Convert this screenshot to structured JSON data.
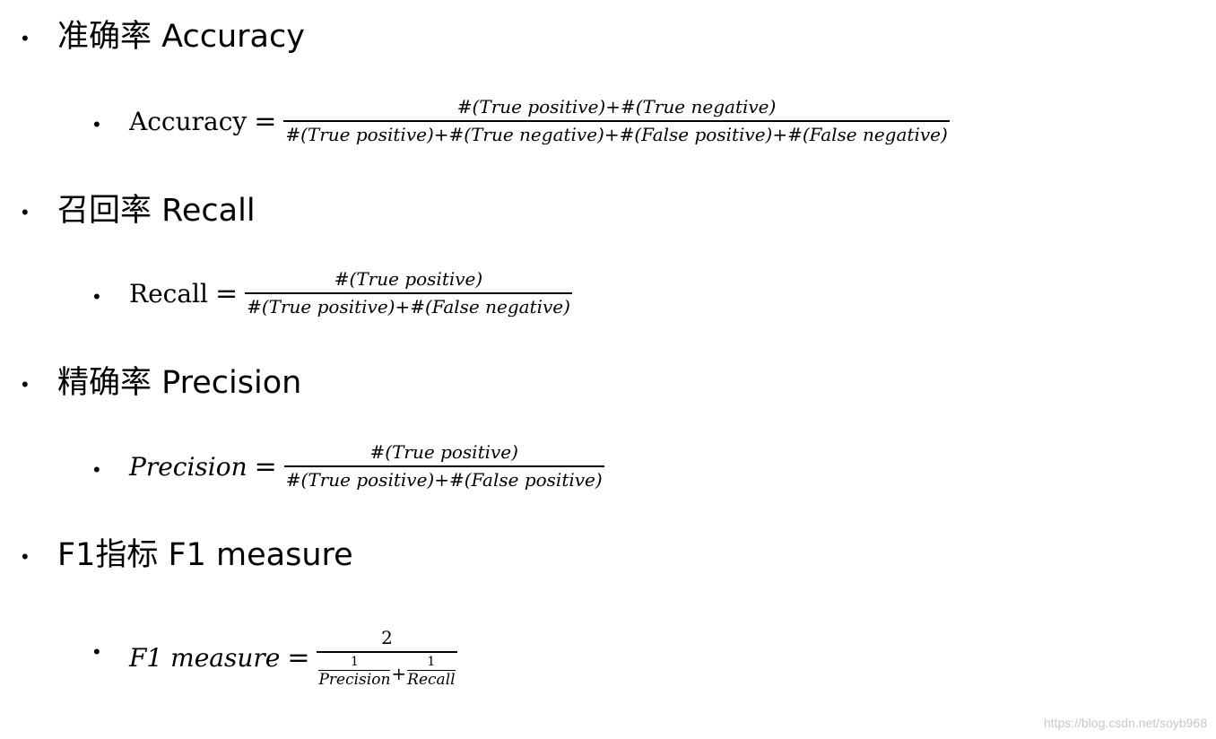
{
  "sections": [
    {
      "heading": "准确率 Accuracy",
      "lhs": "Accuracy",
      "eq": "=",
      "numerator": "#(True positive)+#(True negative)",
      "denominator": "#(True positive)+#(True negative)+#(False positive)+#(False negative)"
    },
    {
      "heading": "召回率 Recall",
      "lhs": "Recall",
      "eq": "=",
      "numerator": "#(True positive)",
      "denominator": "#(True positive)+#(False negative)"
    },
    {
      "heading": "精确率 Precision",
      "lhs": "Precision",
      "eq": "=",
      "numerator": "#(True positive)",
      "denominator": "#(True positive)+#(False positive)"
    },
    {
      "heading": "F1指标  F1 measure",
      "lhs": "F1 measure",
      "eq": "=",
      "numerator": "2",
      "den_left_num": "1",
      "den_left_den": "Precision",
      "den_plus": "+",
      "den_right_num": "1",
      "den_right_den": "Recall"
    }
  ],
  "bullet_symbol": "•",
  "watermark": "https://blog.csdn.net/soyb968"
}
